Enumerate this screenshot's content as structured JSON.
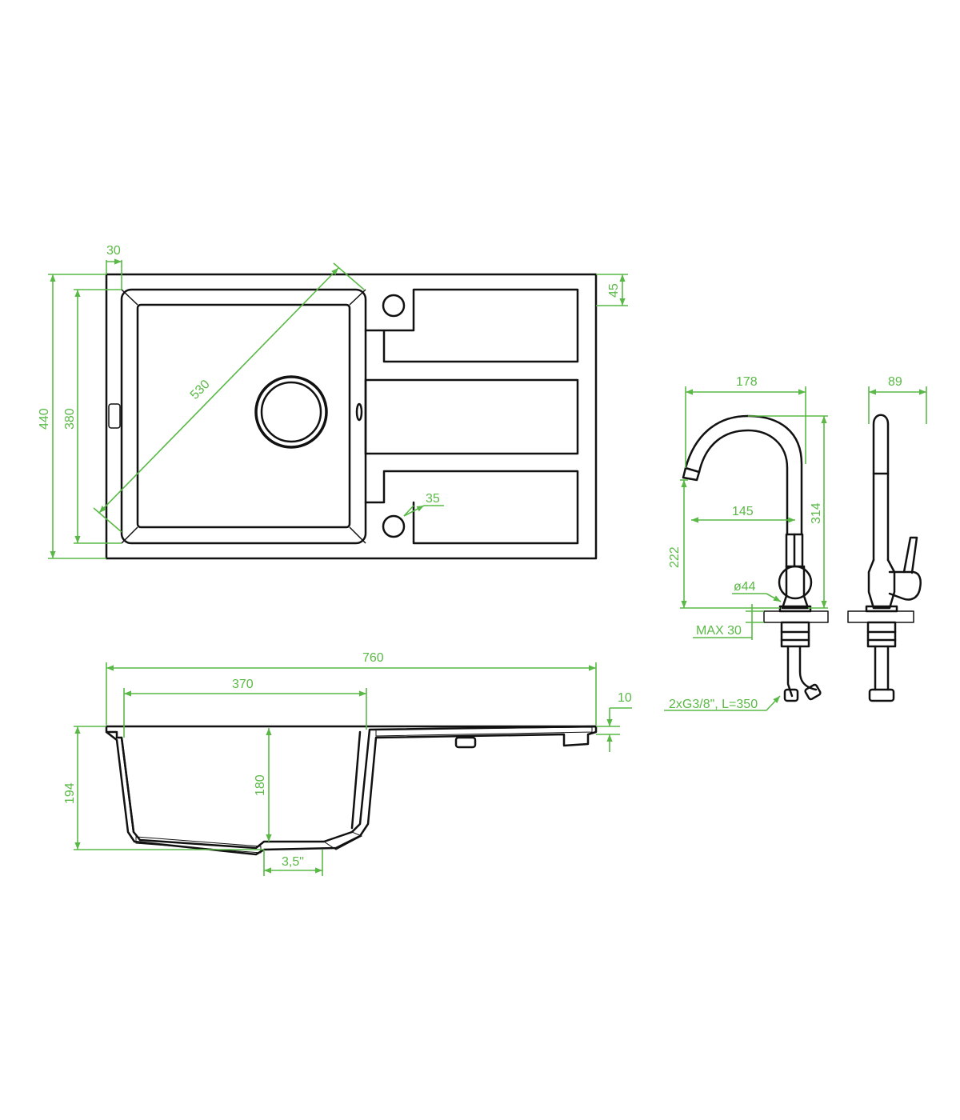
{
  "colors": {
    "line": "#111111",
    "dimension": "#5ab946",
    "background": "#ffffff"
  },
  "dimensions": {
    "rim_offset": "30",
    "drain_offset_top": "45",
    "bowl_diagonal": "530",
    "overall_depth": "440",
    "bowl_depth": "380",
    "tap_hole_offset": "35",
    "faucet_reach": "178",
    "faucet_side_width": "89",
    "faucet_spout_reach": "145",
    "faucet_height": "314",
    "faucet_spout_height": "222",
    "faucet_base_diameter": "ø44",
    "max_countertop": "MAX 30",
    "hoses": "2xG3/8\", L=350",
    "overall_length": "760",
    "bowl_length": "370",
    "drainer_height": "10",
    "overall_height": "194",
    "bowl_height": "180",
    "waste_size": "3,5\""
  }
}
